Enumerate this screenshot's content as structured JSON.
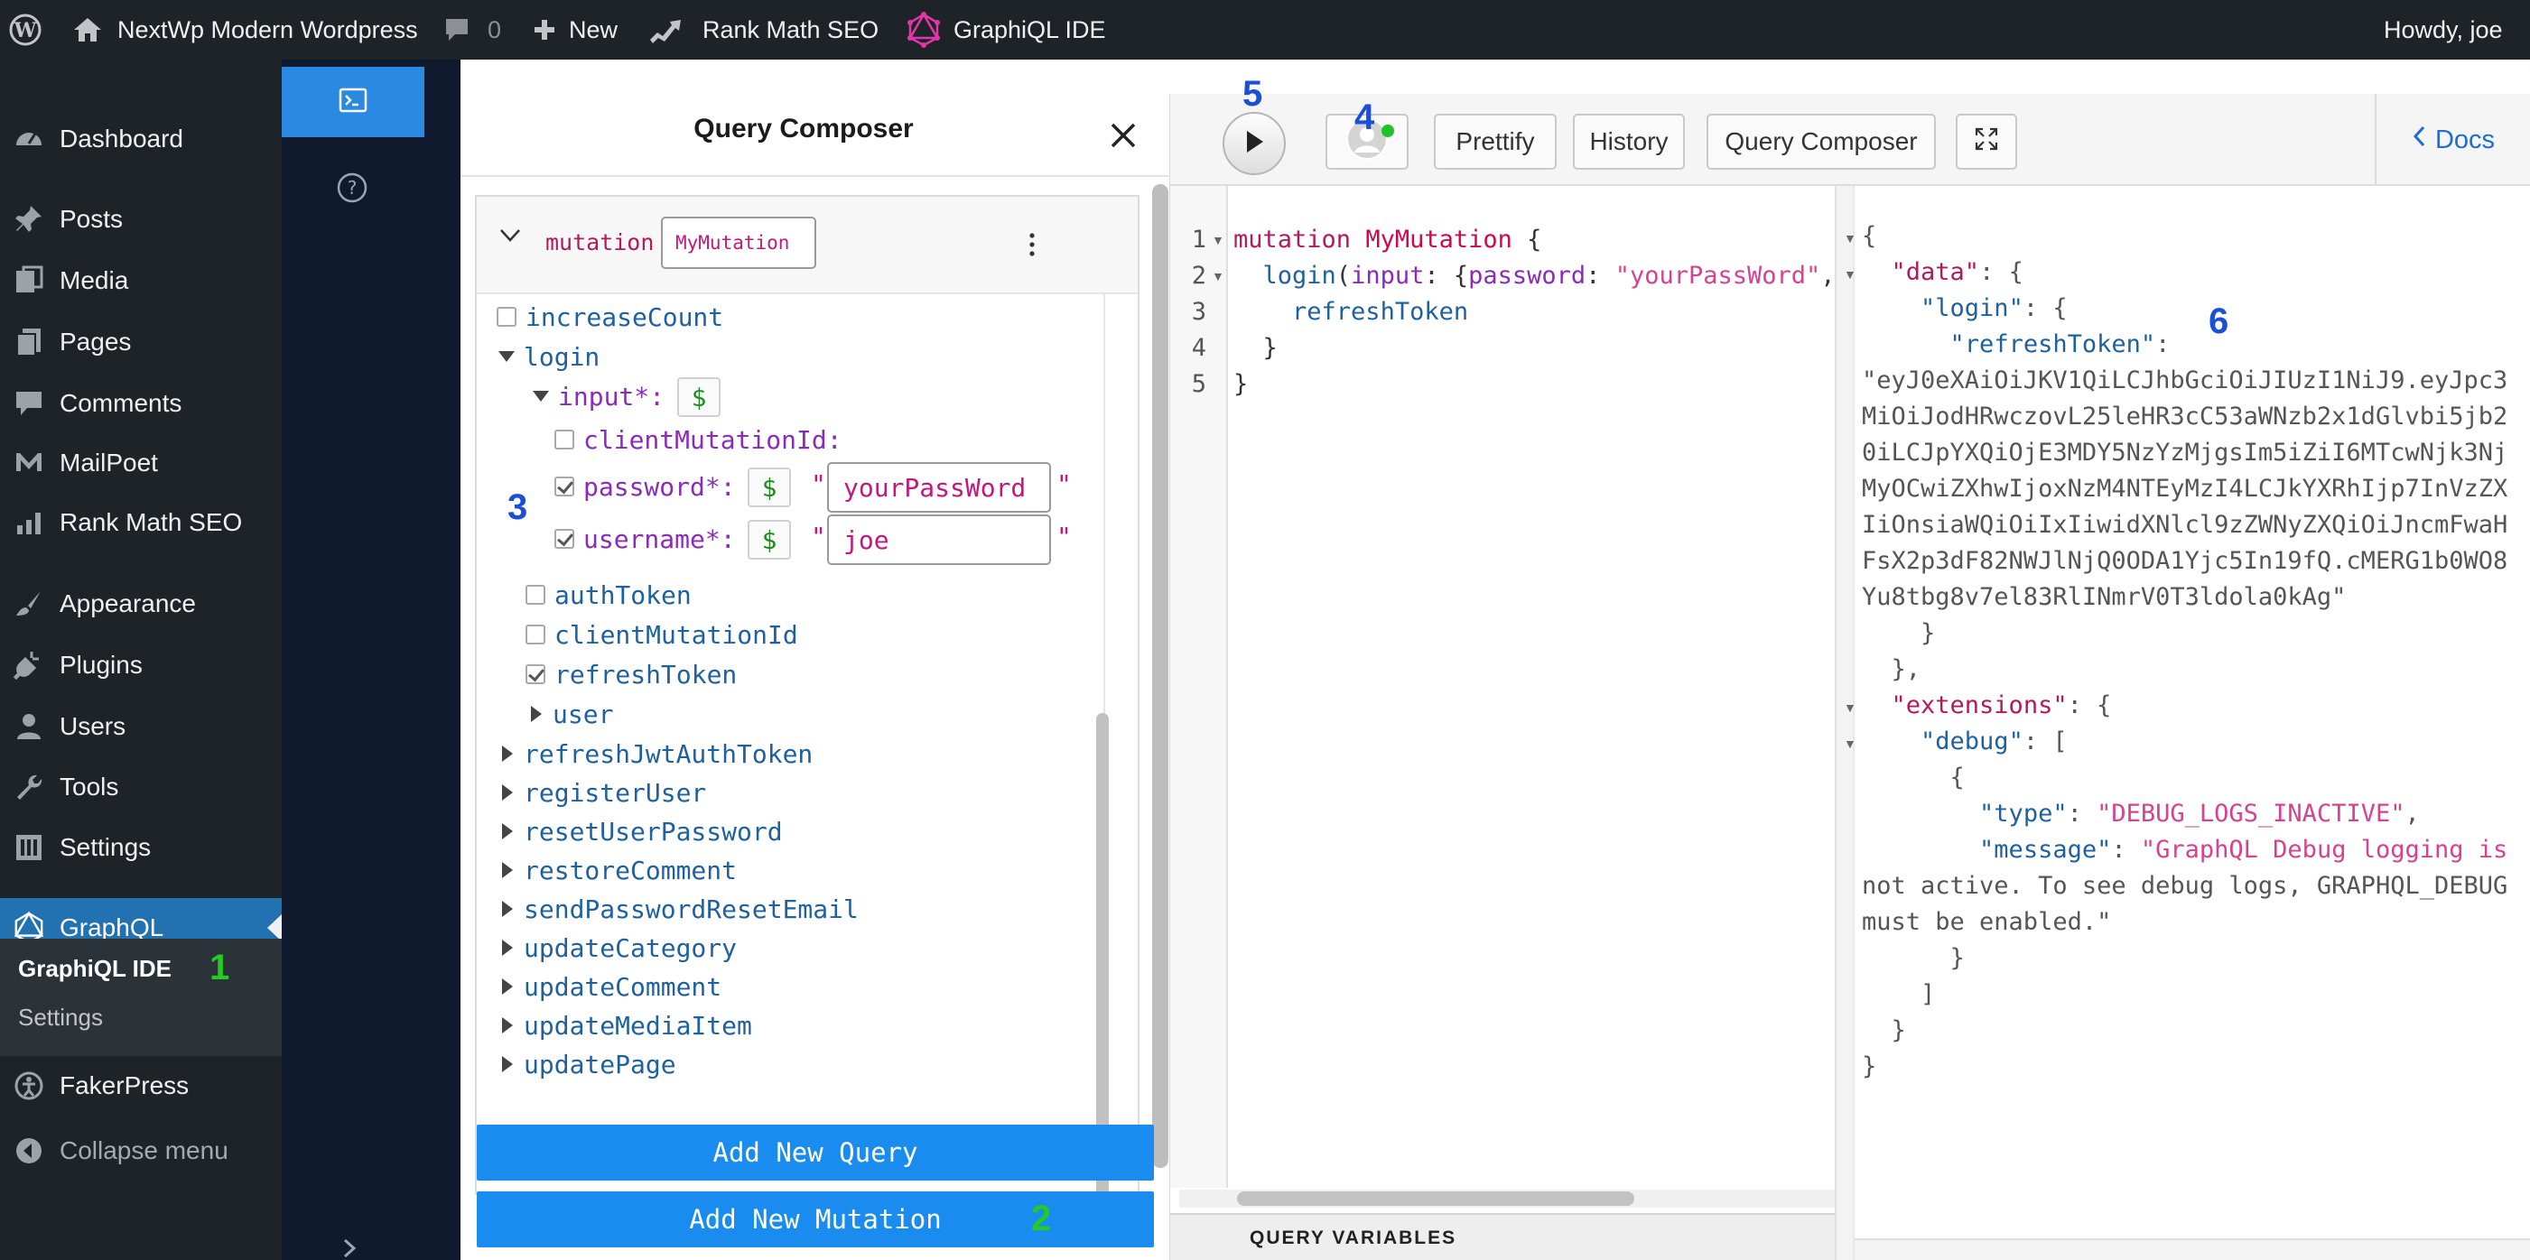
{
  "adminbar": {
    "site_name": "NextWp Modern Wordpress",
    "comments_count": "0",
    "new_label": "New",
    "rankmath_label": "Rank Math SEO",
    "graphiql_label": "GraphiQL IDE",
    "howdy": "Howdy, joe"
  },
  "sidebar": {
    "items": [
      {
        "label": "Dashboard",
        "icon": "dashboard-icon"
      },
      {
        "label": "Posts",
        "icon": "pin-icon"
      },
      {
        "label": "Media",
        "icon": "media-icon"
      },
      {
        "label": "Pages",
        "icon": "pages-icon"
      },
      {
        "label": "Comments",
        "icon": "comment-icon"
      },
      {
        "label": "MailPoet",
        "icon": "mailpoet-icon"
      },
      {
        "label": "Rank Math SEO",
        "icon": "rankmath-icon"
      },
      {
        "label": "Appearance",
        "icon": "paintbrush-icon"
      },
      {
        "label": "Plugins",
        "icon": "plug-icon"
      },
      {
        "label": "Users",
        "icon": "user-icon"
      },
      {
        "label": "Tools",
        "icon": "wrench-icon"
      },
      {
        "label": "Settings",
        "icon": "settings-icon"
      },
      {
        "label": "GraphQL",
        "icon": "graphql-icon"
      },
      {
        "label": "FakerPress",
        "icon": "fakerpress-icon"
      },
      {
        "label": "Collapse menu",
        "icon": "collapse-icon"
      }
    ],
    "submenu": [
      "GraphiQL IDE",
      "Settings"
    ]
  },
  "composer": {
    "title": "Query Composer",
    "operation_keyword": "mutation",
    "operation_name": "MyMutation",
    "tree": {
      "increaseCount": "increaseCount",
      "login": "login",
      "input": "input*:",
      "dollar": "$",
      "clientMutationId_input": "clientMutationId:",
      "password_label": "password*:",
      "password_value": "yourPassWord",
      "username_label": "username*:",
      "username_value": "joe",
      "quote": "\"",
      "authToken": "authToken",
      "clientMutationId": "clientMutationId",
      "refreshToken": "refreshToken",
      "user": "user",
      "mutations": [
        "refreshJwtAuthToken",
        "registerUser",
        "resetUserPassword",
        "restoreComment",
        "sendPasswordResetEmail",
        "updateCategory",
        "updateComment",
        "updateMediaItem",
        "updatePage"
      ]
    },
    "add_query": "Add New Query",
    "add_mutation": "Add New Mutation"
  },
  "toolbar": {
    "prettify": "Prettify",
    "history": "History",
    "query_composer": "Query Composer",
    "docs": "Docs"
  },
  "editor": {
    "line_numbers": [
      "1",
      "2",
      "3",
      "4",
      "5"
    ],
    "query_variables_label": "QUERY VARIABLES"
  },
  "result": {
    "token_lines": [
      "\"eyJ0eXAiOiJKV1QiLCJhbGciOiJIUzI1NiJ9.eyJpc3",
      "MiOiJodHRwczovL25leHR3cC53aWNzb2x1dGlvbi5jb2",
      "0iLCJpYXQiOjE3MDY5NzYzMjgsIm5iZiI6MTcwNjk3Nj",
      "MyOCwiZXhwIjoxNzM4NTEyMzI4LCJkYXRhIjp7InVzZX",
      "IiOnsiaWQiOiIxIiwidXNlcl9zZWNyZXQiOiJncmFwaH",
      "FsX2p3dF82NWJlNjQ0ODA1Yjc5In19fQ.cMERG1b0WO8",
      "Yu8tbg8v7el83RlINmrV0T3ldola0kAg\""
    ],
    "debug_type": "\"DEBUG_LOGS_INACTIVE\"",
    "debug_message_lines": [
      "\"GraphQL Debug logging is",
      "not active. To see debug logs, GRAPHQL_DEBUG",
      "must be enabled.\""
    ]
  },
  "annotations": [
    "1",
    "2",
    "3",
    "4",
    "5",
    "6"
  ],
  "colors": {
    "wp_dark": "#1d2327",
    "wp_blue": "#2271b1",
    "composer_button": "#1a8cf0",
    "annotation_green": "#22cc22",
    "annotation_blue": "#1a4fd8"
  }
}
